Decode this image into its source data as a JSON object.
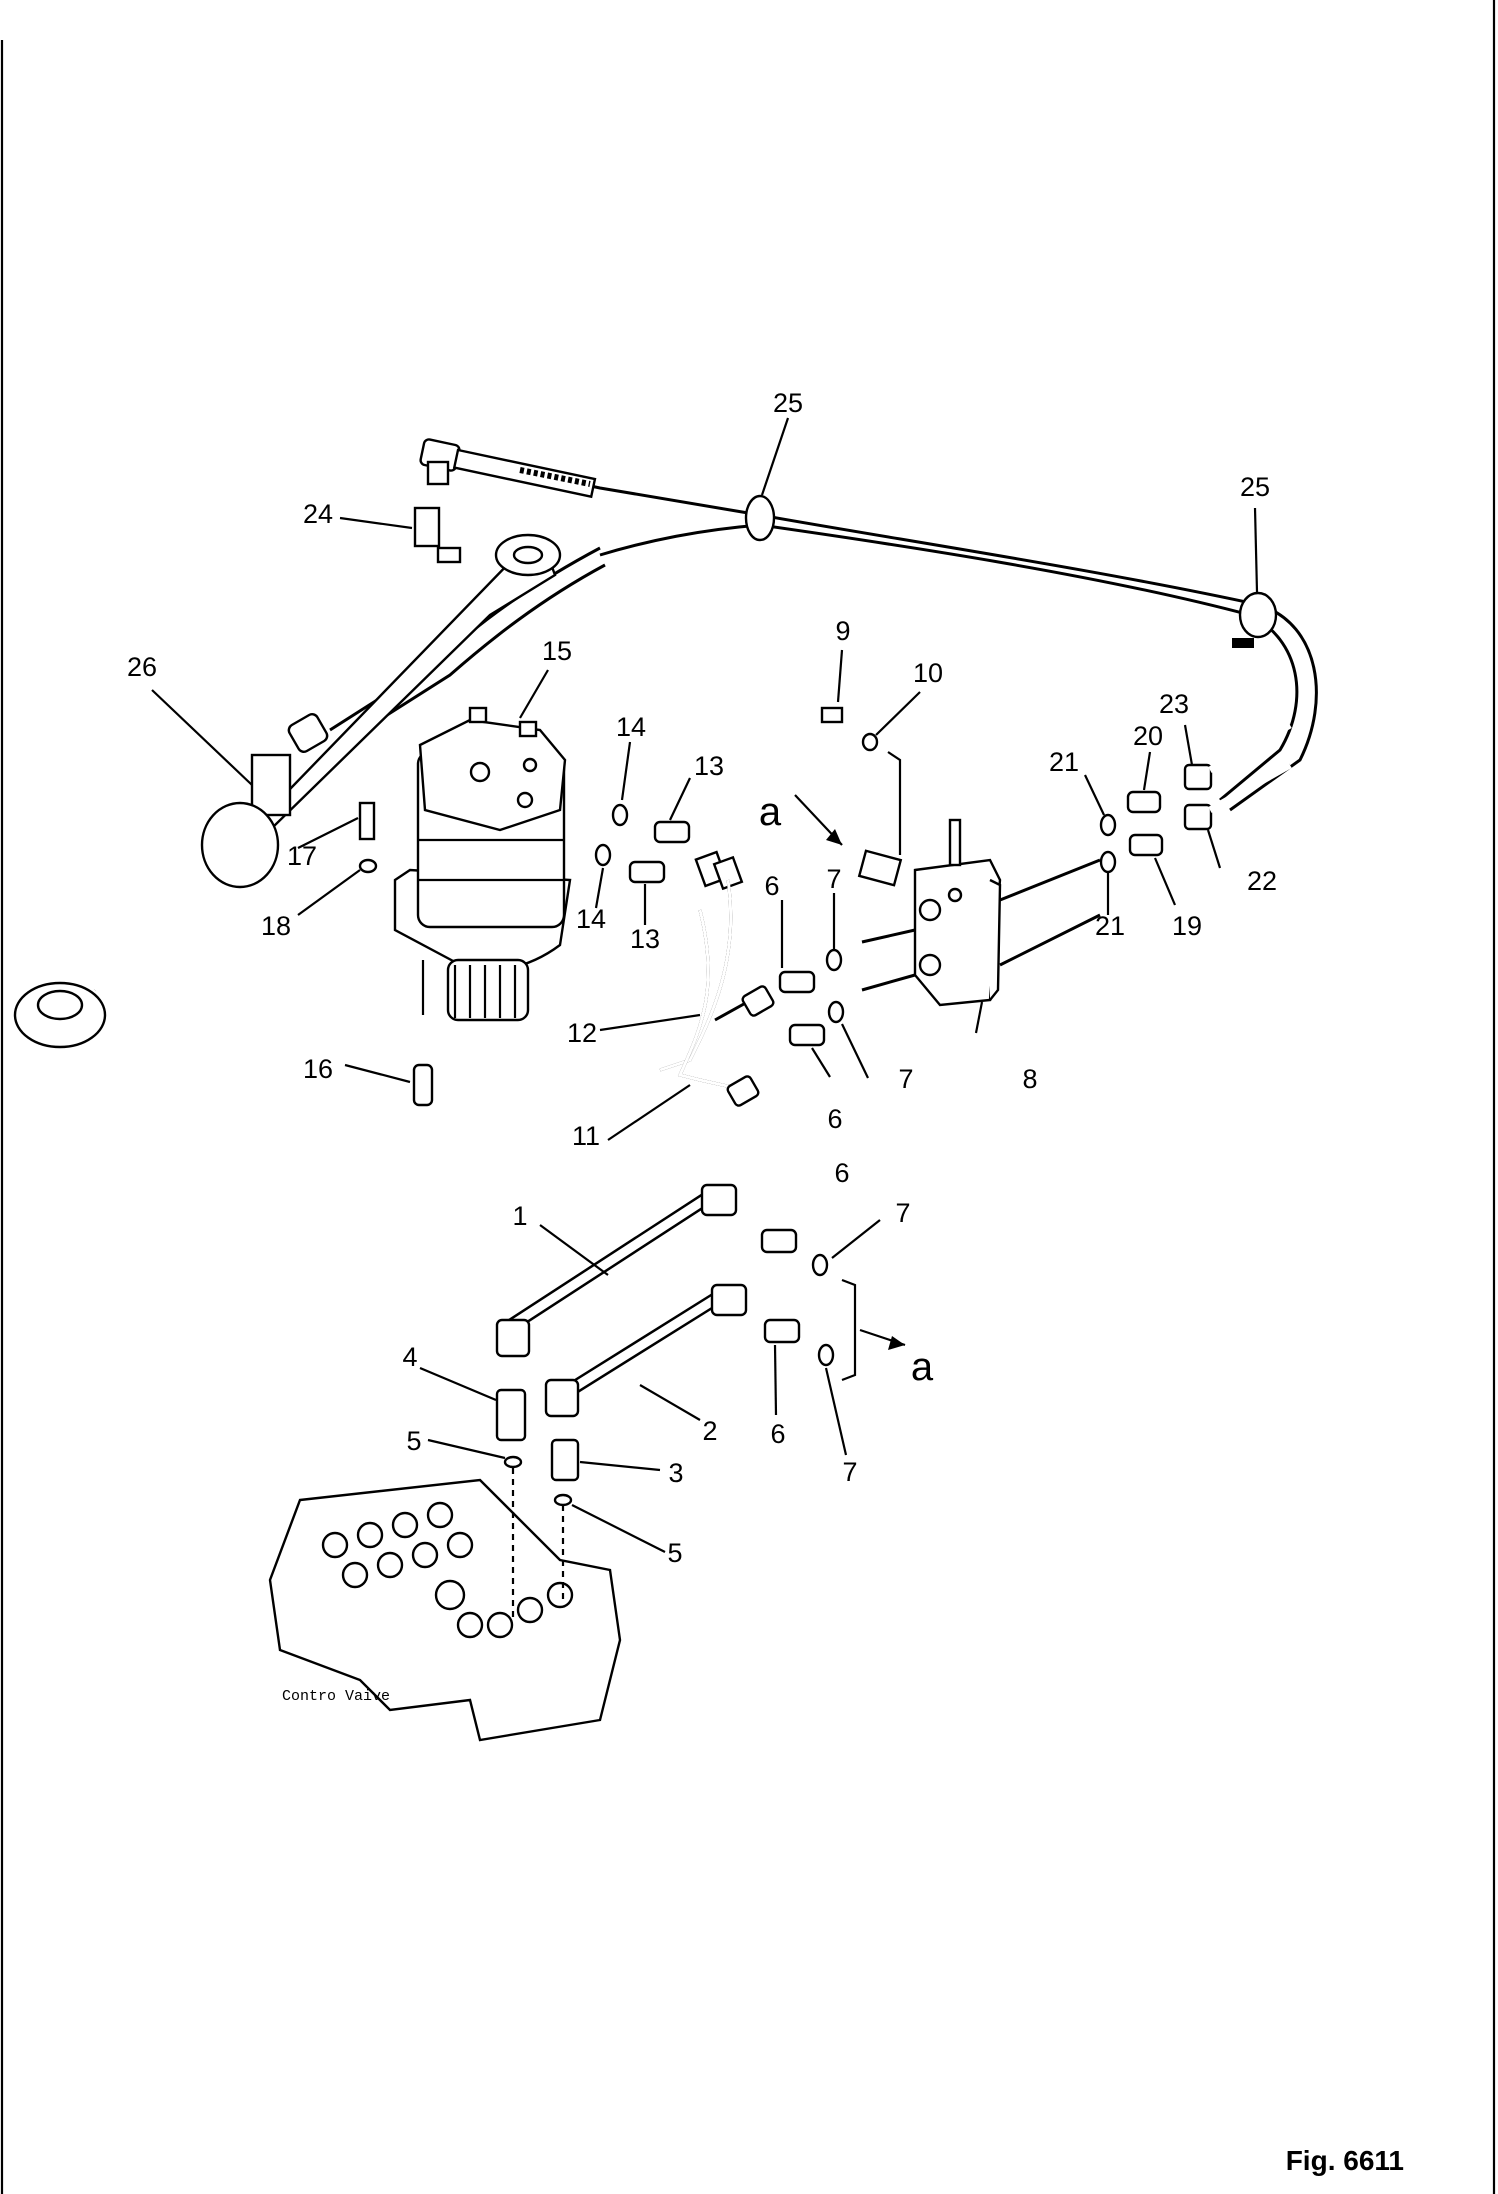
{
  "diagram": {
    "figure_number": "Fig. 6611",
    "component_caption": "Contro Vaive",
    "view_marker": "a",
    "callouts": [
      {
        "id": "c25a",
        "text": "25"
      },
      {
        "id": "c25b",
        "text": "25"
      },
      {
        "id": "c24",
        "text": "24"
      },
      {
        "id": "c26",
        "text": "26"
      },
      {
        "id": "c15",
        "text": "15"
      },
      {
        "id": "c14a",
        "text": "14"
      },
      {
        "id": "c14b",
        "text": "14"
      },
      {
        "id": "c13a",
        "text": "13"
      },
      {
        "id": "c13b",
        "text": "13"
      },
      {
        "id": "c17",
        "text": "17"
      },
      {
        "id": "c18",
        "text": "18"
      },
      {
        "id": "c16",
        "text": "16"
      },
      {
        "id": "c12",
        "text": "12"
      },
      {
        "id": "c11",
        "text": "11"
      },
      {
        "id": "c9",
        "text": "9"
      },
      {
        "id": "c10",
        "text": "10"
      },
      {
        "id": "c6a",
        "text": "6"
      },
      {
        "id": "c6b",
        "text": "6"
      },
      {
        "id": "c7a",
        "text": "7"
      },
      {
        "id": "c7b",
        "text": "7"
      },
      {
        "id": "c8",
        "text": "8"
      },
      {
        "id": "c20",
        "text": "20"
      },
      {
        "id": "c21a",
        "text": "21"
      },
      {
        "id": "c21b",
        "text": "21"
      },
      {
        "id": "c23",
        "text": "23"
      },
      {
        "id": "c22",
        "text": "22"
      },
      {
        "id": "c19",
        "text": "19"
      },
      {
        "id": "c1",
        "text": "1"
      },
      {
        "id": "c6c",
        "text": "6"
      },
      {
        "id": "c7c",
        "text": "7"
      },
      {
        "id": "c4",
        "text": "4"
      },
      {
        "id": "c2",
        "text": "2"
      },
      {
        "id": "c6d",
        "text": "6"
      },
      {
        "id": "c7d",
        "text": "7"
      },
      {
        "id": "c5a",
        "text": "5"
      },
      {
        "id": "c3",
        "text": "3"
      },
      {
        "id": "c5b",
        "text": "5"
      }
    ]
  }
}
